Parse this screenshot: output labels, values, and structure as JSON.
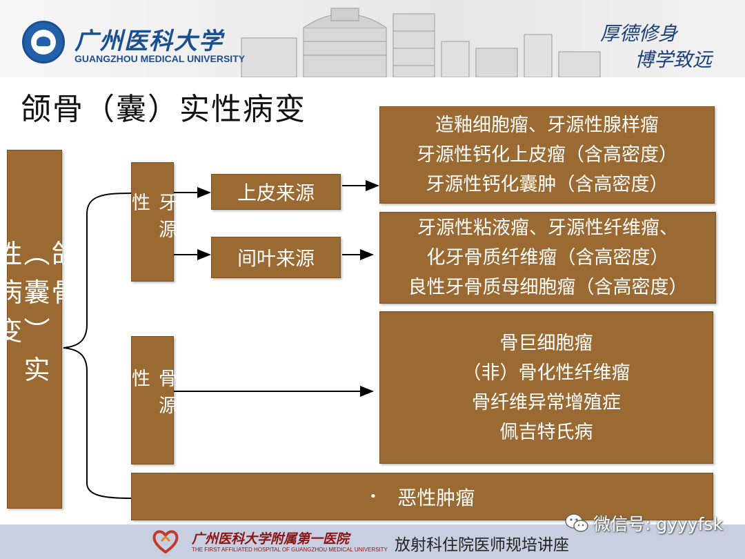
{
  "header": {
    "univ_name_cn": "广州医科大学",
    "univ_name_en": "GUANGZHOU MEDICAL UNIVERSITY",
    "motto_line1": "厚德修身",
    "motto_line2": "博学致远"
  },
  "title": "颌骨（囊）实性病变",
  "diagram": {
    "root": "颌骨（囊）实性病变",
    "categories": [
      {
        "label": "牙源性",
        "subcategories": [
          {
            "label": "上皮来源",
            "items": [
              "造釉细胞瘤、牙源性腺样瘤",
              "牙源性钙化上皮瘤（含高密度）",
              "牙源性钙化囊肿（含高密度）"
            ]
          },
          {
            "label": "间叶来源",
            "items": [
              "牙源性粘液瘤、牙源性纤维瘤、",
              "化牙骨质纤维瘤（含高密度）",
              "良性牙骨质母细胞瘤（含高密度）"
            ]
          }
        ]
      },
      {
        "label": "骨源性",
        "items": [
          "骨巨细胞瘤",
          "（非）骨化性纤维瘤",
          "骨纤维异常增殖症",
          "佩吉特氏病"
        ]
      },
      {
        "label": "恶性肿瘤",
        "bullet": "•"
      }
    ]
  },
  "footer": {
    "hospital_cn": "广州医科大学附属第一医院",
    "hospital_en": "THE FIRST AFFILIATED HOSPITAL OF GUANGZHOU MEDICAL UNIVERSITY",
    "course": "放射科住院医师规培讲座"
  },
  "watermark": {
    "text": "微信号: gyyyfsk",
    "icon": "wechat-icon"
  },
  "colors": {
    "box_fill": "#9a6a32",
    "box_text": "#ffffff",
    "footer_bg": "#c8cfe0",
    "univ_blue": "#1a4f92"
  }
}
